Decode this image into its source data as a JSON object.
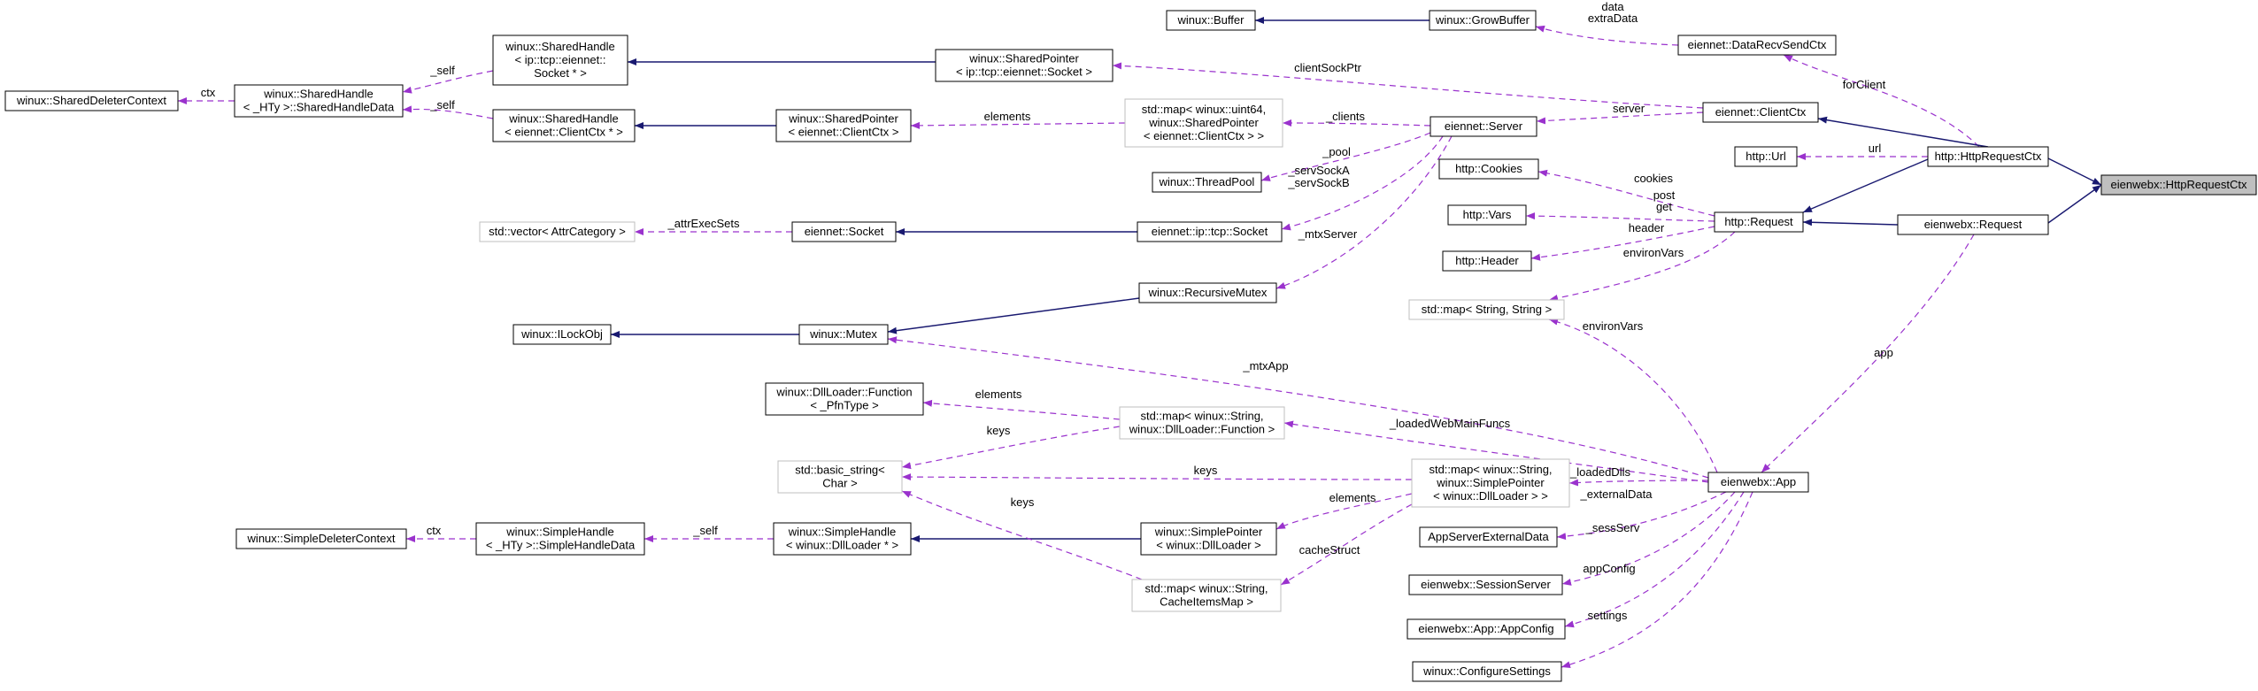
{
  "nodes": [
    {
      "id": "root",
      "lines": [
        "eienwebx::HttpRequestCtx"
      ],
      "style": "root"
    },
    {
      "id": "eienwebx_Request",
      "lines": [
        "eienwebx::Request"
      ]
    },
    {
      "id": "http_HttpRequestCtx",
      "lines": [
        "http::HttpRequestCtx"
      ]
    },
    {
      "id": "http_Request",
      "lines": [
        "http::Request"
      ]
    },
    {
      "id": "eiennet_ClientCtx",
      "lines": [
        "eiennet::ClientCtx"
      ]
    },
    {
      "id": "eiennet_DataRecvSendCtx",
      "lines": [
        "eiennet::DataRecvSendCtx"
      ]
    },
    {
      "id": "http_Url",
      "lines": [
        "http::Url"
      ]
    },
    {
      "id": "winux_GrowBuffer",
      "lines": [
        "winux::GrowBuffer"
      ]
    },
    {
      "id": "winux_Buffer",
      "lines": [
        "winux::Buffer"
      ]
    },
    {
      "id": "winux_SharedPointer_Socket",
      "lines": [
        "winux::SharedPointer",
        "< ip::tcp::eiennet::Socket >"
      ]
    },
    {
      "id": "winux_SharedHandle_Socket",
      "lines": [
        "winux::SharedHandle",
        "< ip::tcp::eiennet::",
        "Socket * >"
      ]
    },
    {
      "id": "winux_SharedHandleData",
      "lines": [
        "winux::SharedHandle",
        "< _HTy >::SharedHandleData"
      ]
    },
    {
      "id": "winux_SharedDeleterContext",
      "lines": [
        "winux::SharedDeleterContext"
      ]
    },
    {
      "id": "winux_SharedHandle_ClientCtx",
      "lines": [
        "winux::SharedHandle",
        "< eiennet::ClientCtx * >"
      ]
    },
    {
      "id": "winux_SharedPointer_ClientCtx",
      "lines": [
        "winux::SharedPointer",
        "< eiennet::ClientCtx >"
      ]
    },
    {
      "id": "std_map_uint64",
      "lines": [
        "std::map< winux::uint64,",
        "winux::SharedPointer",
        "< eiennet::ClientCtx > >"
      ],
      "style": "gray"
    },
    {
      "id": "eiennet_Server",
      "lines": [
        "eiennet::Server"
      ]
    },
    {
      "id": "winux_ThreadPool",
      "lines": [
        "winux::ThreadPool"
      ]
    },
    {
      "id": "eiennet_ip_tcp_Socket",
      "lines": [
        "eiennet::ip::tcp::Socket"
      ]
    },
    {
      "id": "eiennet_Socket",
      "lines": [
        "eiennet::Socket"
      ]
    },
    {
      "id": "std_vector_AttrCategory",
      "lines": [
        "std::vector< AttrCategory >"
      ],
      "style": "gray"
    },
    {
      "id": "winux_RecursiveMutex",
      "lines": [
        "winux::RecursiveMutex"
      ]
    },
    {
      "id": "winux_Mutex",
      "lines": [
        "winux::Mutex"
      ]
    },
    {
      "id": "winux_ILockObj",
      "lines": [
        "winux::ILockObj"
      ]
    },
    {
      "id": "http_Cookies",
      "lines": [
        "http::Cookies"
      ]
    },
    {
      "id": "http_Vars",
      "lines": [
        "http::Vars"
      ]
    },
    {
      "id": "http_Header",
      "lines": [
        "http::Header"
      ]
    },
    {
      "id": "std_map_String_String",
      "lines": [
        "std::map< String, String >"
      ],
      "style": "gray"
    },
    {
      "id": "eienwebx_App",
      "lines": [
        "eienwebx::App"
      ]
    },
    {
      "id": "winux_DllLoader_Function",
      "lines": [
        "winux::DllLoader::Function",
        "< _PfnType >"
      ]
    },
    {
      "id": "std_map_String_Function",
      "lines": [
        "std::map< winux::String,",
        "winux::DllLoader::Function >"
      ],
      "style": "gray"
    },
    {
      "id": "std_basic_string",
      "lines": [
        "std::basic_string<",
        "Char >"
      ],
      "style": "gray"
    },
    {
      "id": "std_map_String_SimplePointer",
      "lines": [
        "std::map< winux::String,",
        "winux::SimplePointer",
        "< winux::DllLoader > >"
      ],
      "style": "gray"
    },
    {
      "id": "winux_SimplePointer_DllLoader",
      "lines": [
        "winux::SimplePointer",
        "< winux::DllLoader >"
      ]
    },
    {
      "id": "winux_SimpleHandle_DllLoader",
      "lines": [
        "winux::SimpleHandle",
        "< winux::DllLoader * >"
      ]
    },
    {
      "id": "winux_SimpleHandleData",
      "lines": [
        "winux::SimpleHandle",
        "< _HTy >::SimpleHandleData"
      ]
    },
    {
      "id": "winux_SimpleDeleterContext",
      "lines": [
        "winux::SimpleDeleterContext"
      ]
    },
    {
      "id": "std_map_String_CacheItemsMap",
      "lines": [
        "std::map< winux::String,",
        "CacheItemsMap >"
      ],
      "style": "gray"
    },
    {
      "id": "AppServerExternalData",
      "lines": [
        "AppServerExternalData"
      ]
    },
    {
      "id": "eienwebx_SessionServer",
      "lines": [
        "eienwebx::SessionServer"
      ]
    },
    {
      "id": "eienwebx_App_AppConfig",
      "lines": [
        "eienwebx::App::AppConfig"
      ]
    },
    {
      "id": "winux_ConfigureSettings",
      "lines": [
        "winux::ConfigureSettings"
      ]
    }
  ],
  "edges": [
    {
      "id": "e1",
      "kind": "inherit",
      "label": []
    },
    {
      "id": "e2",
      "kind": "inherit",
      "label": []
    },
    {
      "id": "e3",
      "kind": "inherit",
      "label": []
    },
    {
      "id": "e4",
      "kind": "inherit",
      "label": []
    },
    {
      "id": "e5",
      "kind": "use",
      "label": [
        "app"
      ]
    },
    {
      "id": "e6",
      "kind": "use",
      "label": [
        "forClient"
      ]
    },
    {
      "id": "e7",
      "kind": "use",
      "label": [
        "url"
      ]
    },
    {
      "id": "e8",
      "kind": "use",
      "label": [
        "data",
        "extraData"
      ]
    },
    {
      "id": "e9",
      "kind": "inherit",
      "label": []
    },
    {
      "id": "e10",
      "kind": "inherit",
      "label": []
    },
    {
      "id": "e11",
      "kind": "use",
      "label": [
        "server"
      ]
    },
    {
      "id": "e12",
      "kind": "use",
      "label": [
        "clientSockPtr"
      ]
    },
    {
      "id": "e13",
      "kind": "inherit",
      "label": []
    },
    {
      "id": "e14",
      "kind": "use",
      "label": [
        "_self"
      ]
    },
    {
      "id": "e15",
      "kind": "use",
      "label": [
        "ctx"
      ]
    },
    {
      "id": "e16",
      "kind": "use",
      "label": [
        "_self"
      ]
    },
    {
      "id": "e17",
      "kind": "inherit",
      "label": []
    },
    {
      "id": "e18",
      "kind": "use",
      "label": [
        "_clients"
      ]
    },
    {
      "id": "e19",
      "kind": "use",
      "label": [
        "elements"
      ]
    },
    {
      "id": "e20",
      "kind": "use",
      "label": [
        "_pool"
      ]
    },
    {
      "id": "e21",
      "kind": "use",
      "label": [
        "_servSockA",
        "_servSockB"
      ]
    },
    {
      "id": "e22",
      "kind": "inherit",
      "label": []
    },
    {
      "id": "e23",
      "kind": "use",
      "label": [
        "_attrExecSets"
      ]
    },
    {
      "id": "e24",
      "kind": "use",
      "label": [
        "_mtxServer"
      ]
    },
    {
      "id": "e25",
      "kind": "inherit",
      "label": []
    },
    {
      "id": "e26",
      "kind": "inherit",
      "label": []
    },
    {
      "id": "e27",
      "kind": "use",
      "label": [
        "cookies"
      ]
    },
    {
      "id": "e28",
      "kind": "use",
      "label": [
        "post",
        "get"
      ]
    },
    {
      "id": "e29",
      "kind": "use",
      "label": [
        "header"
      ]
    },
    {
      "id": "e30",
      "kind": "use",
      "label": [
        "environVars"
      ]
    },
    {
      "id": "e31",
      "kind": "use",
      "label": [
        "environVars"
      ]
    },
    {
      "id": "e32",
      "kind": "use",
      "label": [
        "_mtxApp"
      ]
    },
    {
      "id": "e33",
      "kind": "use",
      "label": [
        "_loadedWebMainFuncs"
      ]
    },
    {
      "id": "e34",
      "kind": "use",
      "label": [
        "elements"
      ]
    },
    {
      "id": "e35",
      "kind": "use",
      "label": [
        "keys"
      ]
    },
    {
      "id": "e36",
      "kind": "use",
      "label": [
        "_loadedDlls"
      ]
    },
    {
      "id": "e37",
      "kind": "use",
      "label": [
        "keys"
      ]
    },
    {
      "id": "e38",
      "kind": "use",
      "label": [
        "elements"
      ]
    },
    {
      "id": "e39",
      "kind": "inherit",
      "label": []
    },
    {
      "id": "e40",
      "kind": "use",
      "label": [
        "_self"
      ]
    },
    {
      "id": "e41",
      "kind": "use",
      "label": [
        "ctx"
      ]
    },
    {
      "id": "e42",
      "kind": "use",
      "label": [
        "keys"
      ]
    },
    {
      "id": "e43",
      "kind": "use",
      "label": [
        "cacheStruct"
      ]
    },
    {
      "id": "e44",
      "kind": "use",
      "label": [
        "_externalData"
      ]
    },
    {
      "id": "e45",
      "kind": "use",
      "label": [
        "_sessServ"
      ]
    },
    {
      "id": "e46",
      "kind": "use",
      "label": [
        "appConfig"
      ]
    },
    {
      "id": "e47",
      "kind": "use",
      "label": [
        "settings"
      ]
    }
  ],
  "colors": {
    "inherit": "#191970",
    "use": "#9a32cd",
    "root_fill": "#bfbfbf",
    "gray_border": "#bfbfbf"
  }
}
